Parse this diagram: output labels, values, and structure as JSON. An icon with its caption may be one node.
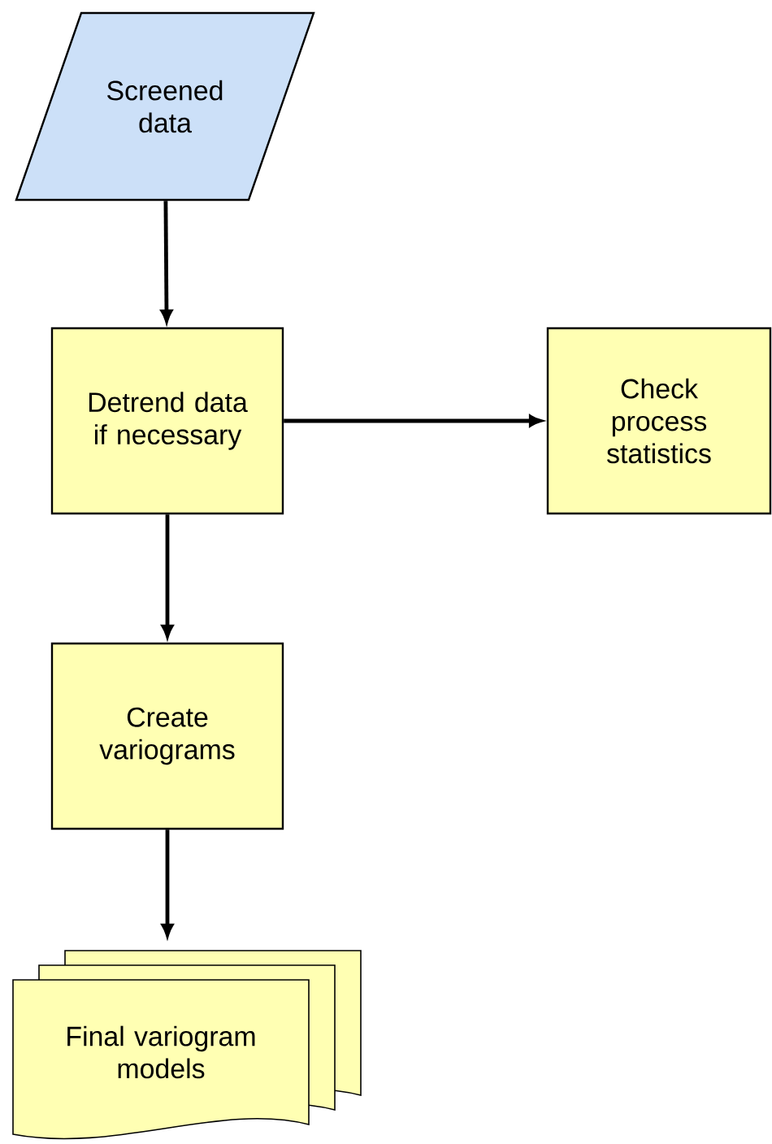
{
  "diagram": {
    "nodes": [
      {
        "text": [
          "Screened data"
        ]
      },
      {
        "text": [
          "Detrend data if necessary"
        ]
      },
      {
        "text": [
          "Check process statistics"
        ]
      },
      {
        "text": [
          "Create variograms"
        ]
      },
      {
        "text": [
          "Final variogram models"
        ]
      }
    ],
    "edges": [
      {
        "from": 0,
        "to": 1,
        "arrow": "to"
      },
      {
        "from": 1,
        "to": 2,
        "arrow": "to"
      },
      {
        "from": 1,
        "to": 3,
        "arrow": "to"
      },
      {
        "from": 3,
        "to": 4,
        "arrow": "to"
      }
    ]
  }
}
